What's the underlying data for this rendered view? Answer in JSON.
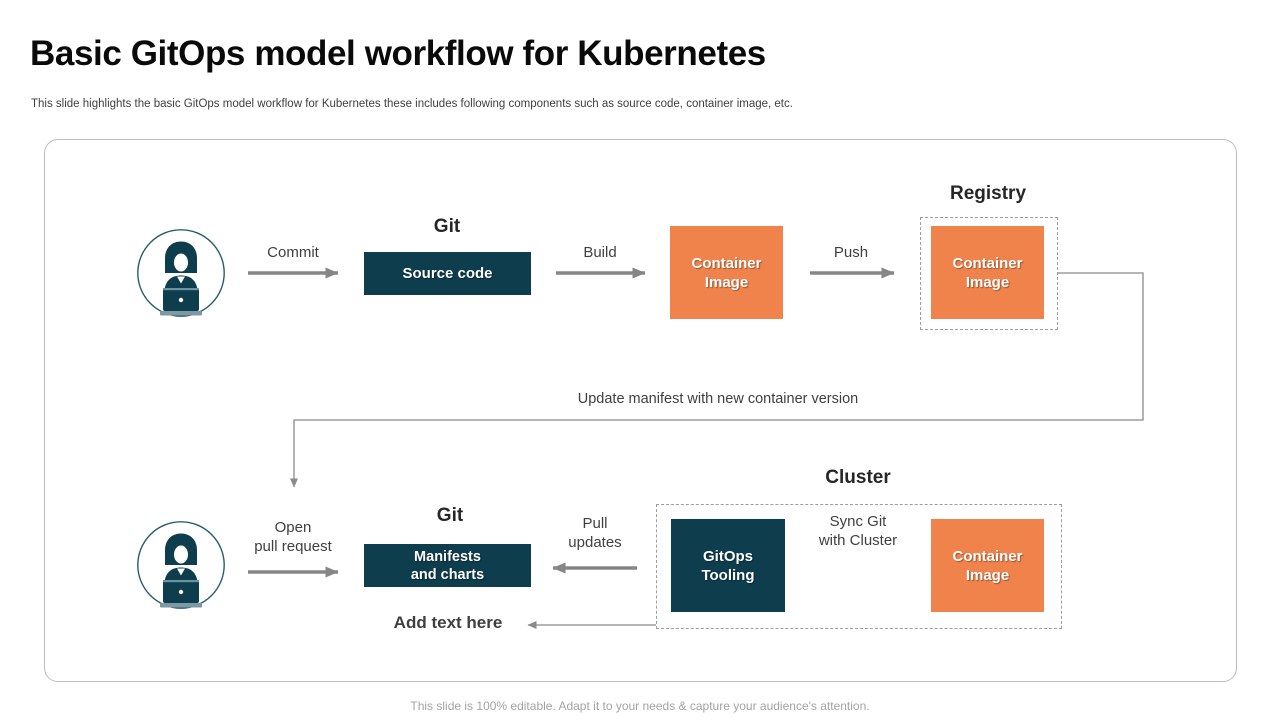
{
  "title": "Basic GitOps model workflow for Kubernetes",
  "subtitle": "This slide highlights the basic GitOps model workflow for Kubernetes these includes following components such as source code, container image, etc.",
  "footer": "This slide is 100% editable. Adapt it to your needs & capture your audience's attention.",
  "colors": {
    "teal": "#0E3D4E",
    "orange": "#F0834B",
    "arrow_gray": "#868686",
    "label_gray": "#3F3F3F"
  },
  "icons": {
    "actor": "woman-at-laptop-icon"
  },
  "top_row": {
    "commit_label": "Commit",
    "git_label": "Git",
    "source_code_box": "Source code",
    "build_label": "Build",
    "container_image_box": "Container\nImage",
    "push_label": "Push",
    "registry_label": "Registry",
    "registry_image_box": "Container\nImage"
  },
  "connector": {
    "update_manifest_label": "Update manifest with new container version"
  },
  "bottom_row": {
    "open_pull_request_label": "Open\npull request",
    "git_label": "Git",
    "manifests_box": "Manifests\nand charts",
    "pull_updates_label": "Pull\nupdates",
    "cluster_label": "Cluster",
    "gitops_tooling_box": "GitOps\nTooling",
    "sync_label": "Sync Git\nwith Cluster",
    "cluster_image_box": "Container\nImage",
    "add_text_label": "Add text here"
  }
}
